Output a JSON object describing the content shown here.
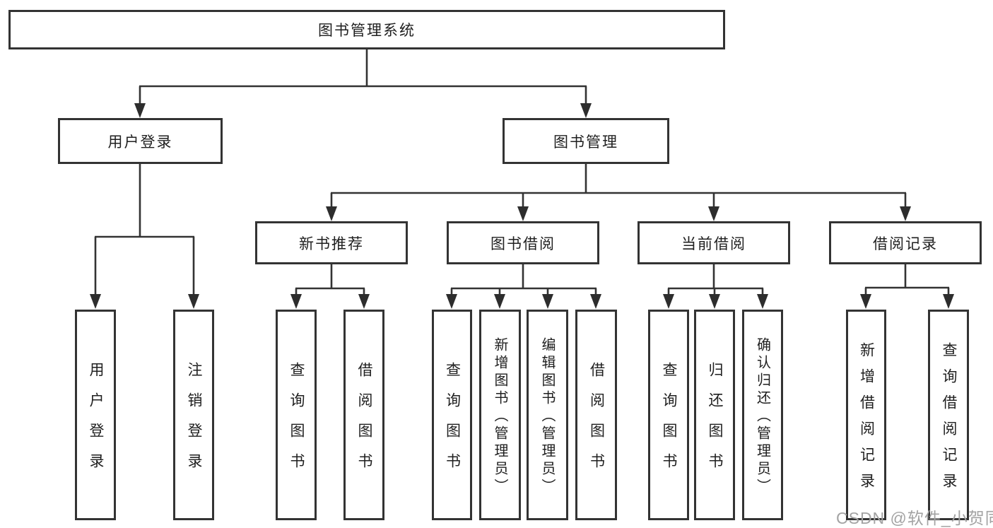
{
  "diagram_type": "hierarchy-chart",
  "watermark": "CSDN @软件_小贺同学",
  "colors": {
    "line": "#333333",
    "box_border": "#333333",
    "box_fill": "#ffffff",
    "text": "#1f1f1f",
    "watermark": "#a3a3a3",
    "background": "#ffffff"
  },
  "tree": {
    "label": "图书管理系统",
    "children": [
      {
        "label": "用户登录",
        "children": [
          {
            "label": "用户登录"
          },
          {
            "label": "注销登录"
          }
        ]
      },
      {
        "label": "图书管理",
        "children": [
          {
            "label": "新书推荐",
            "children": [
              {
                "label": "查询图书"
              },
              {
                "label": "借阅图书"
              }
            ]
          },
          {
            "label": "图书借阅",
            "children": [
              {
                "label": "查询图书"
              },
              {
                "label": "新增图书（管理员）"
              },
              {
                "label": "编辑图书（管理员）"
              },
              {
                "label": "借阅图书"
              }
            ]
          },
          {
            "label": "当前借阅",
            "children": [
              {
                "label": "查询图书"
              },
              {
                "label": "归还图书"
              },
              {
                "label": "确认归还（管理员）"
              }
            ]
          },
          {
            "label": "借阅记录",
            "children": [
              {
                "label": "新增借阅记录"
              },
              {
                "label": "查询借阅记录"
              }
            ]
          }
        ]
      }
    ]
  }
}
